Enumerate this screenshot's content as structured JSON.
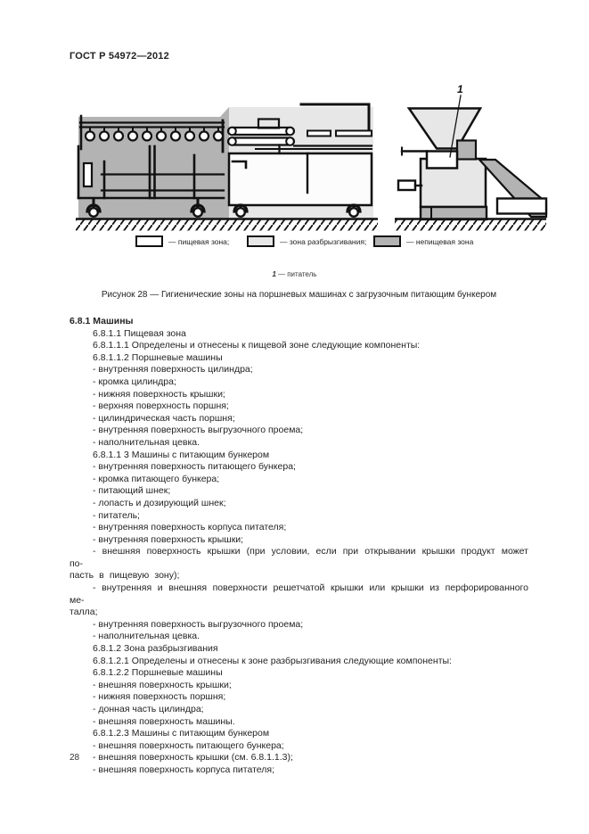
{
  "page": {
    "header": "ГОСТ Р 54972—2012",
    "page_number": "28"
  },
  "figure": {
    "legend": [
      {
        "label": "— пищевая зона;",
        "color": "#ffffff"
      },
      {
        "label": "— зона разбрызгивания;",
        "color": "#e7e7e7"
      },
      {
        "label": "— непищевая зона",
        "color": "#b3b3b3"
      }
    ],
    "callout": {
      "number": "1",
      "text": "— питатель"
    },
    "caption": "Рисунок 28 — Гигиенические зоны на поршневых машинах с загрузочным питающим бункером"
  },
  "content": {
    "heading": "6.8.1 Машины",
    "paragraphs": [
      {
        "text": "6.8.1.1 Пищевая зона"
      },
      {
        "text": "6.8.1.1.1 Определены и отнесены к пищевой зоне следующие компоненты:"
      },
      {
        "text": "6.8.1.1.2 Поршневые машины"
      },
      {
        "text": "- внутренняя поверхность цилиндра;"
      },
      {
        "text": "- кромка цилиндра;"
      },
      {
        "text": "- нижняя поверхность крышки;"
      },
      {
        "text": "- верхняя поверхность поршня;"
      },
      {
        "text": "- цилиндрическая часть поршня;"
      },
      {
        "text": "- внутренняя поверхность выгрузочного проема;"
      },
      {
        "text": "- наполнительная цевка."
      },
      {
        "text": "6.8.1.1 3 Машины с питающим бункером"
      },
      {
        "text": "- внутренняя поверхность питающего бункера;"
      },
      {
        "text": "- кромка питающего бункера;"
      },
      {
        "text": "- питающий шнек;"
      },
      {
        "text": "- лопасть и дозирующий шнек;"
      },
      {
        "text": "- питатель;"
      },
      {
        "text": "- внутренняя поверхность корпуса питателя;"
      },
      {
        "text": "- внутренняя поверхность крышки;"
      },
      {
        "text": "- внешняя поверхность крышки (при условии, если при открывании крышки продукт может по-\nпасть в пищевую зону);",
        "wrap": true
      },
      {
        "text": "- внутренняя и внешняя поверхности решетчатой крышки или крышки из перфорированного ме-\nталла;",
        "wrap": true
      },
      {
        "text": "- внутренняя поверхность выгрузочного проема;"
      },
      {
        "text": "- наполнительная цевка."
      },
      {
        "text": "6.8.1.2 Зона разбрызгивания"
      },
      {
        "text": "6.8.1.2.1 Определены и отнесены к зоне разбрызгивания следующие компоненты:"
      },
      {
        "text": "6.8.1.2.2 Поршневые машины"
      },
      {
        "text": "- внешняя поверхность крышки;"
      },
      {
        "text": "- нижняя поверхность поршня;"
      },
      {
        "text": "- донная часть цилиндра;"
      },
      {
        "text": "- внешняя поверхность машины."
      },
      {
        "text": "6.8.1.2.3 Машины с питающим бункером"
      },
      {
        "text": "- внешняя поверхность питающего бункера;"
      },
      {
        "text": "- внешняя поверхность крышки (см. 6.8.1.1.3);"
      },
      {
        "text": "- внешняя поверхность корпуса питателя;"
      }
    ]
  }
}
